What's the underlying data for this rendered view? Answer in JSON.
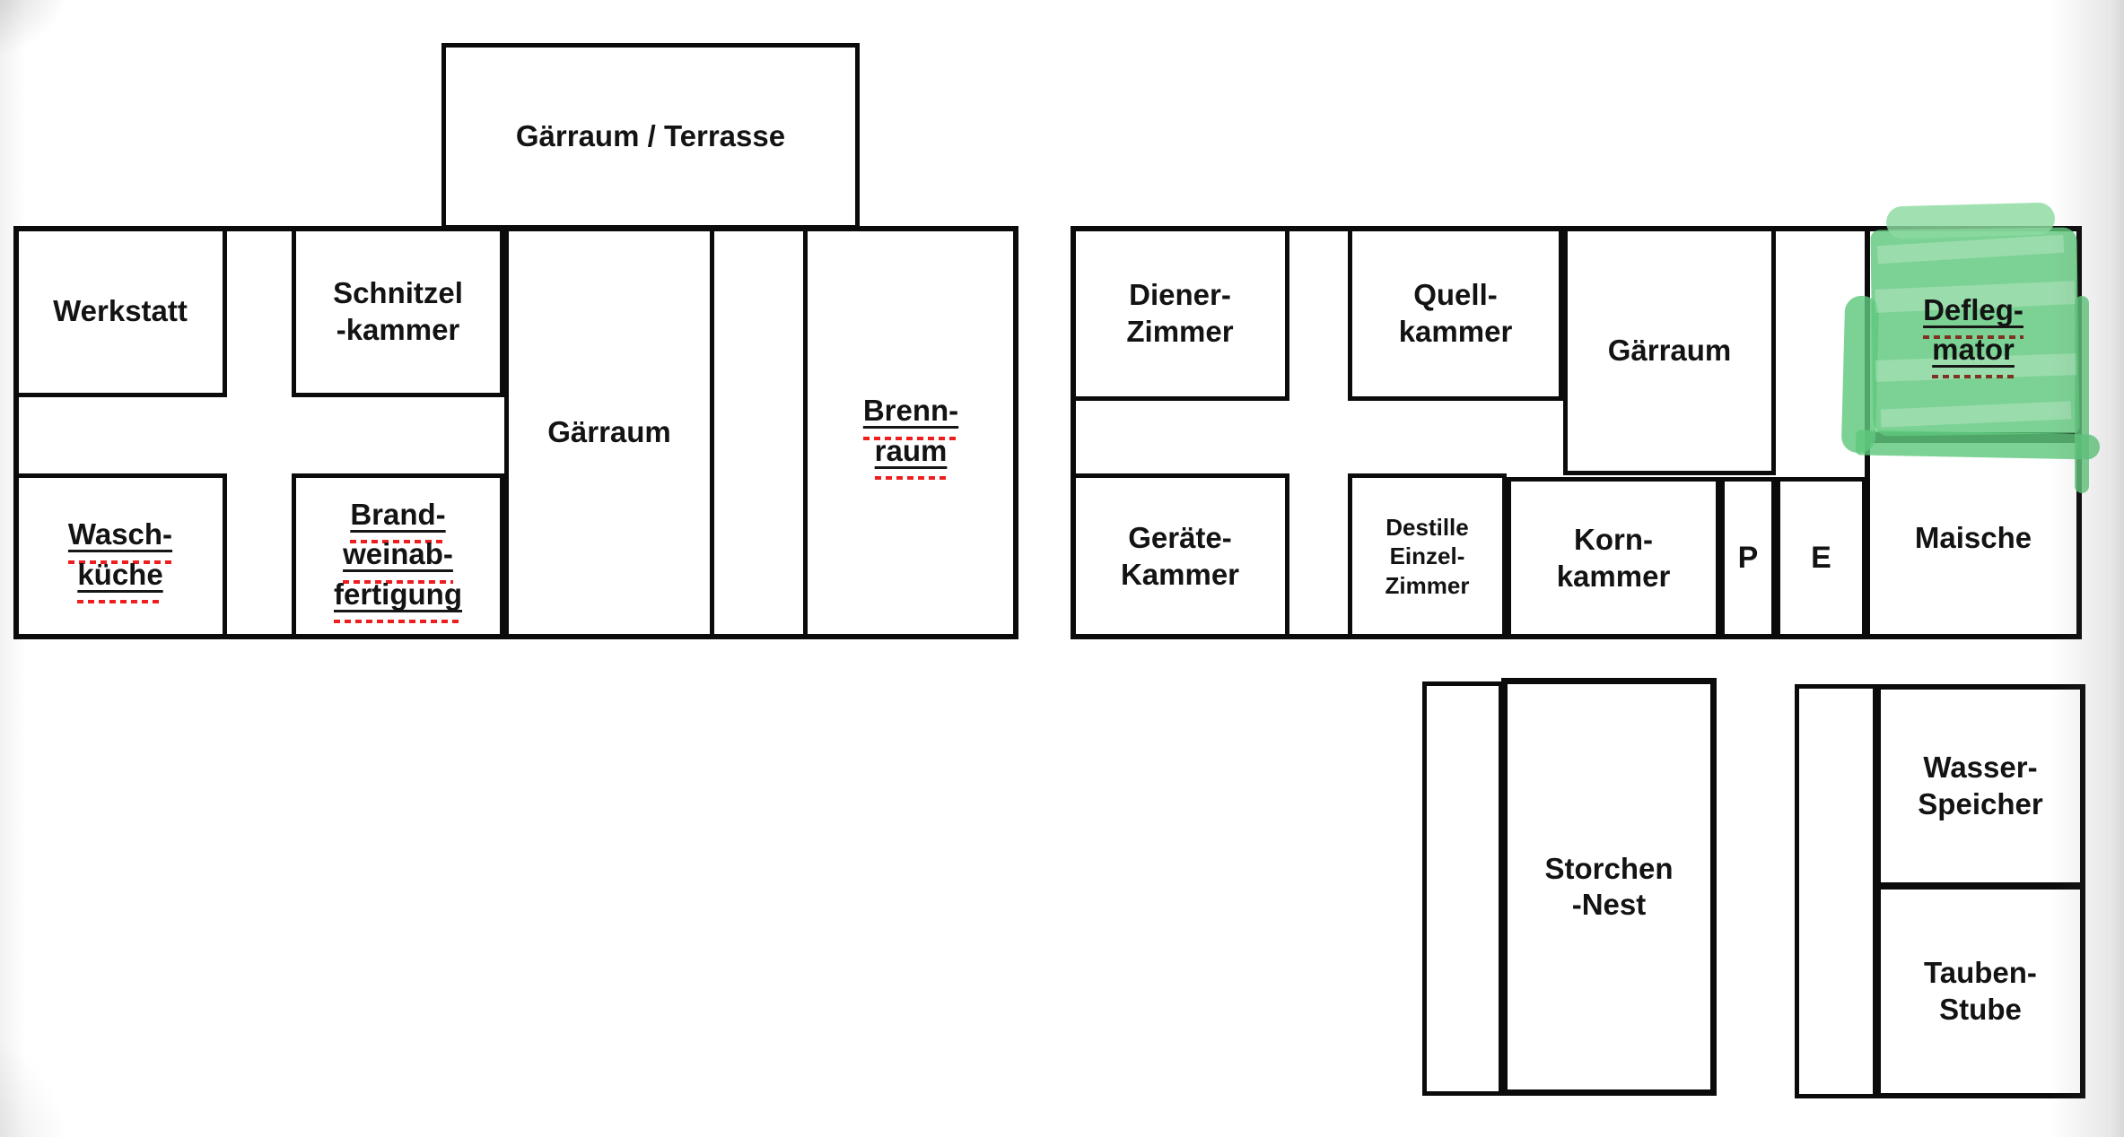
{
  "colors": {
    "wall": "#0b0b0b",
    "text": "#131313",
    "spell_red": "#ee1e1e",
    "spell_dark": "#7d3322",
    "highlight_green": "#5fc87d",
    "highlight_green_light": "#8cdaa0"
  },
  "top_annex": {
    "label": "Gärraum / Terrasse"
  },
  "left_building": {
    "werkstatt": {
      "label": "Werkstatt"
    },
    "schnitzelkammer": {
      "line1": "Schnitzel",
      "line2": "-kammer"
    },
    "gaerraum": {
      "label": "Gärraum"
    },
    "brennraum": {
      "line1": "Brenn-",
      "line2": "raum"
    },
    "waschkueche": {
      "line1": "Wasch-",
      "line2": "küche"
    },
    "brandweinabfertigung": {
      "line1": "Brand-",
      "line2": "weinab-",
      "line3": "fertigung"
    }
  },
  "right_building": {
    "dienerzimmer": {
      "line1": "Diener-",
      "line2": "Zimmer"
    },
    "quellkammer": {
      "line1": "Quell-",
      "line2": "kammer"
    },
    "gaerraum": {
      "label": "Gärraum"
    },
    "deflegmator": {
      "line1": "Defleg-",
      "line2": "mator",
      "highlighted": true
    },
    "geraetekammer": {
      "line1": "Geräte-",
      "line2": "Kammer"
    },
    "destille": {
      "line1": "Destille",
      "line2": "Einzel-",
      "line3": "Zimmer"
    },
    "kornkammer": {
      "line1": "Korn-",
      "line2": "kammer"
    },
    "p_room": {
      "label": "P"
    },
    "e_room": {
      "label": "E"
    },
    "maische": {
      "label": "Maische"
    }
  },
  "outbuildings": {
    "storchennest": {
      "line1": "Storchen",
      "line2": "-Nest"
    },
    "wasserspeicher": {
      "line1": "Wasser-",
      "line2": "Speicher"
    },
    "taubenstube": {
      "line1": "Tauben-",
      "line2": "Stube"
    }
  }
}
